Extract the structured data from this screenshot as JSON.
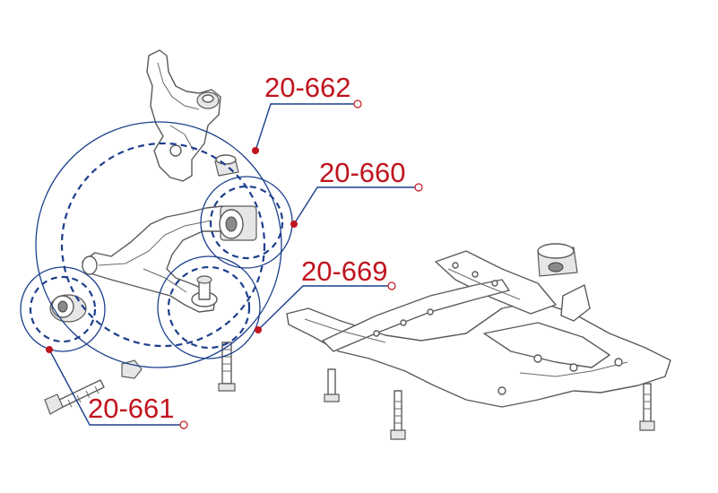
{
  "colors": {
    "circle": "#1c3f8c",
    "callout_line": "#1c3f8c",
    "label": "#c0141e",
    "dot": "#c0141e"
  },
  "callouts": [
    {
      "id": "20-662",
      "label": "20-662"
    },
    {
      "id": "20-660",
      "label": "20-660"
    },
    {
      "id": "20-669",
      "label": "20-669"
    },
    {
      "id": "20-661",
      "label": "20-661"
    }
  ]
}
